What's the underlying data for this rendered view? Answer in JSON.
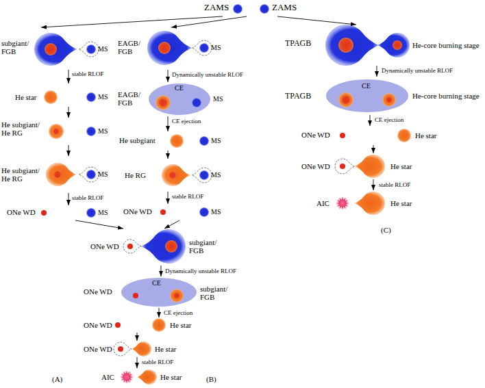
{
  "diagram": {
    "nodes": [
      {
        "text": [
          "ZAMS",
          "ZAMS"
        ]
      },
      {
        "text": [
          "subgiant/ FGB",
          "MS"
        ]
      },
      {
        "text": [
          "He star",
          "MS"
        ]
      },
      {
        "text": [
          "He subgiant/ He RG",
          "MS"
        ]
      },
      {
        "text": [
          "He subgiant/ He RG",
          "MS"
        ]
      },
      {
        "text": [
          "ONe WD",
          "MS"
        ]
      },
      {
        "text": [
          "EAGB/ FGB",
          "MS"
        ]
      },
      {
        "text": [
          "EAGB/ FGB",
          "CE",
          "MS"
        ]
      },
      {
        "text": [
          "He subgiant",
          "MS"
        ]
      },
      {
        "text": [
          "He RG",
          "MS"
        ]
      },
      {
        "text": [
          "ONe WD",
          "MS"
        ]
      },
      {
        "text": [
          "ONe WD",
          "subgiant/ FGB"
        ]
      },
      {
        "text": [
          "ONe WD",
          "CE",
          "subgiant/ FGB"
        ]
      },
      {
        "text": [
          "ONe WD",
          "He star"
        ]
      },
      {
        "text": [
          "ONe WD",
          "He star"
        ]
      },
      {
        "text": [
          "AIC",
          "He star"
        ]
      },
      {
        "text": [
          "TPAGB",
          "He-core burning stage"
        ]
      },
      {
        "text": [
          "TPAGB",
          "CE",
          "He-core burning stage"
        ]
      },
      {
        "text": [
          "ONe WD",
          "He star"
        ]
      },
      {
        "text": [
          "ONe WD",
          "He star"
        ]
      },
      {
        "text": [
          "AIC",
          "He star"
        ]
      }
    ],
    "edges": [
      {
        "from": 0,
        "to": 1,
        "arrow": "to"
      },
      {
        "from": 0,
        "to": 6,
        "arrow": "to"
      },
      {
        "from": 0,
        "to": 16,
        "arrow": "to"
      },
      {
        "from": 1,
        "to": 2,
        "arrow": "to",
        "label": "stable RLOF"
      },
      {
        "from": 2,
        "to": 3,
        "arrow": "to"
      },
      {
        "from": 3,
        "to": 4,
        "arrow": "to"
      },
      {
        "from": 4,
        "to": 5,
        "arrow": "to",
        "label": "stable RLOF"
      },
      {
        "from": 6,
        "to": 7,
        "arrow": "to",
        "label": "Dynamically unstable RLOF"
      },
      {
        "from": 7,
        "to": 8,
        "arrow": "to",
        "label": "CE ejection"
      },
      {
        "from": 8,
        "to": 9,
        "arrow": "to"
      },
      {
        "from": 9,
        "to": 10,
        "arrow": "to",
        "label": "stable RLOF"
      },
      {
        "from": 5,
        "to": 11,
        "arrow": "to"
      },
      {
        "from": 10,
        "to": 11,
        "arrow": "to"
      },
      {
        "from": 11,
        "to": 12,
        "arrow": "to",
        "label": "Dynamically unstable RLOF"
      },
      {
        "from": 12,
        "to": 13,
        "arrow": "to",
        "label": "CE ejection"
      },
      {
        "from": 13,
        "to": 14,
        "arrow": "to"
      },
      {
        "from": 14,
        "to": 15,
        "arrow": "to",
        "label": "stable RLOF"
      },
      {
        "from": 16,
        "to": 17,
        "arrow": "to",
        "label": "Dynamically unstable RLOF"
      },
      {
        "from": 17,
        "to": 18,
        "arrow": "to",
        "label": "CE ejection"
      },
      {
        "from": 18,
        "to": 19,
        "arrow": "to"
      },
      {
        "from": 19,
        "to": 20,
        "arrow": "to",
        "label": "stable RLOF"
      }
    ],
    "labels": [
      "(A)",
      "(B)",
      "(C)"
    ]
  }
}
